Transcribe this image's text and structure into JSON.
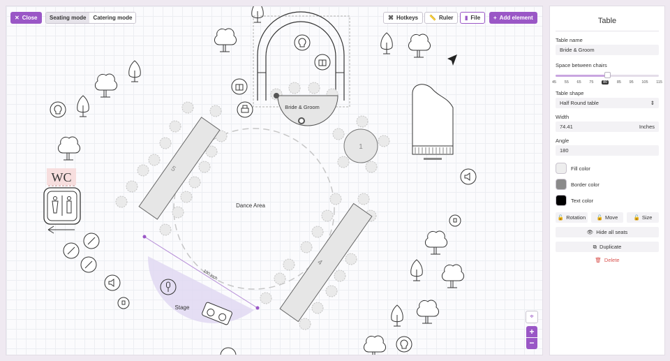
{
  "toolbar": {
    "close_label": "Close",
    "modes": [
      "Seating mode",
      "Catering mode"
    ],
    "active_mode": "Seating mode",
    "hotkeys_label": "Hotkeys",
    "ruler_label": "Ruler",
    "file_label": "File",
    "add_element_label": "Add element"
  },
  "canvas": {
    "wc_label": "WC",
    "dance_area_label": "Dance Area",
    "stage_label": "Stage",
    "ruler_measure": "190 inch",
    "tables": [
      {
        "label": "Bride & Groom"
      },
      {
        "label": "1"
      },
      {
        "label": "4"
      },
      {
        "label": "5"
      }
    ]
  },
  "zoom": {
    "in_label": "+",
    "out_label": "−"
  },
  "panel": {
    "title": "Table",
    "table_name_label": "Table name",
    "table_name_value": "Bride & Groom",
    "spacing_label": "Space between chairs",
    "spacing_value": 80,
    "spacing_min": 45,
    "spacing_max": 115,
    "spacing_ticks": [
      "45",
      "55",
      "65",
      "75",
      "80",
      "85",
      "95",
      "105",
      "115"
    ],
    "shape_label": "Table shape",
    "shape_value": "Half Round table",
    "width_label": "Width",
    "width_value": "74.41",
    "width_unit": "Inches",
    "angle_label": "Angle",
    "angle_value": "180",
    "fill_color_label": "Fill color",
    "fill_color": "#eeeeee",
    "border_color_label": "Border color",
    "border_color": "#8a8a8a",
    "text_color_label": "Text color",
    "text_color": "#000000",
    "rotation_label": "Rotation",
    "move_label": "Move",
    "size_label": "Size",
    "hide_seats_label": "Hide all seats",
    "duplicate_label": "Duplicate",
    "delete_label": "Delete"
  },
  "colors": {
    "accent": "#9a57c6",
    "stage": "#e1d8f2",
    "delete": "#d9534f"
  }
}
